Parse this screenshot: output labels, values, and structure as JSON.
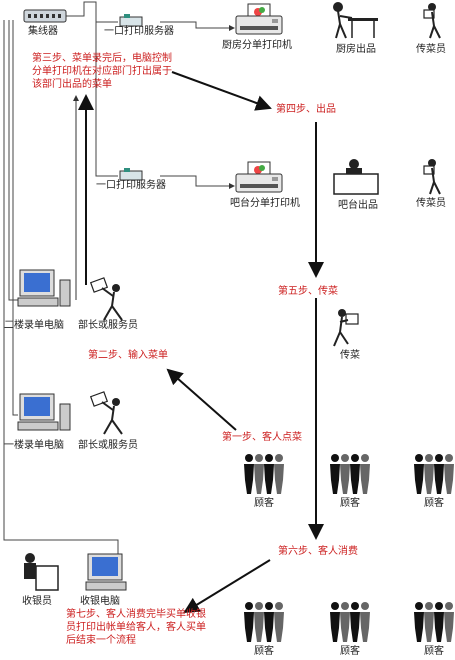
{
  "devices": {
    "hub": "集线器",
    "print_server_top": "一口打印服务器",
    "print_server_mid": "一口打印服务器",
    "kitchen_printer": "厨房分单打印机",
    "bar_printer": "吧台分单打印机",
    "pc_floor2": "二楼录单电脑",
    "pc_floor1": "一楼录单电脑",
    "cashier_pc": "收银电脑"
  },
  "roles": {
    "kitchen_out": "厨房出品",
    "bar_out": "吧台出品",
    "runner_top": "传菜员",
    "runner_mid": "传菜员",
    "runner_center": "传菜",
    "manager_2": "部长或服务员",
    "manager_1": "部长或服务员",
    "cashier": "收银员",
    "customers": [
      "顾客",
      "顾客",
      "顾客",
      "顾客",
      "顾客",
      "顾客"
    ]
  },
  "steps": {
    "step1": "第一步、客人点菜",
    "step2": "第二步、输入菜单",
    "step3": "第三步、菜单录完后，电脑控制分单打印机在对应部门打出属于该部门出品的菜单",
    "step4": "第四步、出品",
    "step5": "第五步、传菜",
    "step6": "第六步、客人消费",
    "step7": "第七步、客人消费完毕买单收银员打印出帐单给客人，客人买单后结束一个流程"
  },
  "colors": {
    "step_text": "#cc2020",
    "line": "#333333"
  }
}
